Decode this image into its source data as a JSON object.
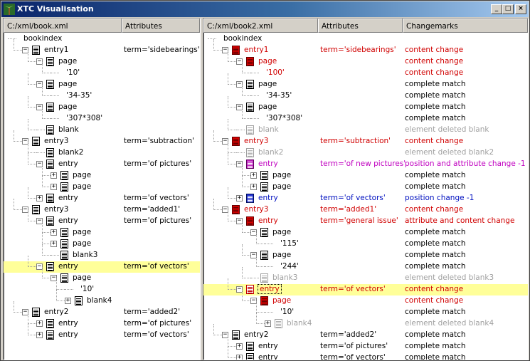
{
  "window": {
    "title": "XTC Visualisation",
    "buttons": [
      "_",
      "□",
      "×"
    ]
  },
  "colors": {
    "changed": "#d00000",
    "attribute_changed": "#c000c0",
    "moved": "#0010c0",
    "deleted": "#a0a0a0",
    "highlight": "#ffff99"
  },
  "left": {
    "headers": [
      "C:/xml/book.xml",
      "Attributes"
    ],
    "rows": [
      {
        "level": 0,
        "exp": "",
        "icon": "none",
        "label": "bookindex",
        "attr": ""
      },
      {
        "level": 1,
        "exp": "-",
        "icon": "doc",
        "label": "entry1",
        "attr": "term='sidebearings'"
      },
      {
        "level": 2,
        "exp": "-",
        "icon": "doc",
        "label": "page",
        "attr": ""
      },
      {
        "level": 3,
        "exp": "",
        "icon": "none",
        "label": "'10'",
        "attr": ""
      },
      {
        "level": 2,
        "exp": "-",
        "icon": "doc",
        "label": "page",
        "attr": ""
      },
      {
        "level": 3,
        "exp": "",
        "icon": "none",
        "label": "'34-35'",
        "attr": ""
      },
      {
        "level": 2,
        "exp": "-",
        "icon": "doc",
        "label": "page",
        "attr": ""
      },
      {
        "level": 3,
        "exp": "",
        "icon": "none",
        "label": "'307*308'",
        "attr": ""
      },
      {
        "level": 2,
        "exp": "",
        "icon": "doc",
        "label": "blank",
        "attr": ""
      },
      {
        "level": 1,
        "exp": "-",
        "icon": "doc",
        "label": "entry3",
        "attr": "term='subtraction'"
      },
      {
        "level": 2,
        "exp": "",
        "icon": "doc",
        "label": "blank2",
        "attr": ""
      },
      {
        "level": 2,
        "exp": "-",
        "icon": "doc",
        "label": "entry",
        "attr": "term='of pictures'"
      },
      {
        "level": 3,
        "exp": "+",
        "icon": "doc",
        "label": "page",
        "attr": ""
      },
      {
        "level": 3,
        "exp": "+",
        "icon": "doc",
        "label": "page",
        "attr": ""
      },
      {
        "level": 2,
        "exp": "+",
        "icon": "doc",
        "label": "entry",
        "attr": "term='of vectors'"
      },
      {
        "level": 1,
        "exp": "-",
        "icon": "doc",
        "label": "entry3",
        "attr": "term='added1'"
      },
      {
        "level": 2,
        "exp": "-",
        "icon": "doc",
        "label": "entry",
        "attr": "term='of pictures'"
      },
      {
        "level": 3,
        "exp": "+",
        "icon": "doc",
        "label": "page",
        "attr": ""
      },
      {
        "level": 3,
        "exp": "+",
        "icon": "doc",
        "label": "page",
        "attr": ""
      },
      {
        "level": 3,
        "exp": "",
        "icon": "doc",
        "label": "blank3",
        "attr": ""
      },
      {
        "level": 2,
        "exp": "-",
        "icon": "doc",
        "label": "entry",
        "attr": "term='of vectors'",
        "hl": true
      },
      {
        "level": 3,
        "exp": "-",
        "icon": "doc",
        "label": "page",
        "attr": ""
      },
      {
        "level": 4,
        "exp": "",
        "icon": "none",
        "label": "'10'",
        "attr": ""
      },
      {
        "level": 4,
        "exp": "+",
        "icon": "doc",
        "label": "blank4",
        "attr": ""
      },
      {
        "level": 1,
        "exp": "-",
        "icon": "doc",
        "label": "entry2",
        "attr": "term='added2'"
      },
      {
        "level": 2,
        "exp": "+",
        "icon": "doc",
        "label": "entry",
        "attr": "term='of pictures'"
      },
      {
        "level": 2,
        "exp": "+",
        "icon": "doc",
        "label": "entry",
        "attr": "term='of vectors'"
      }
    ]
  },
  "right": {
    "headers": [
      "C:/xml/book2.xml",
      "Attributes",
      "Changemarks"
    ],
    "rows": [
      {
        "level": 0,
        "exp": "",
        "icon": "none",
        "label": "bookindex",
        "attr": "",
        "chg": "",
        "c": ""
      },
      {
        "level": 1,
        "exp": "-",
        "icon": "red",
        "label": "entry1",
        "attr": "term='sidebearings'",
        "chg": "content change",
        "c": "red"
      },
      {
        "level": 2,
        "exp": "-",
        "icon": "red",
        "label": "page",
        "attr": "",
        "chg": "content change",
        "c": "red"
      },
      {
        "level": 3,
        "exp": "",
        "icon": "none",
        "label": "'100'",
        "attr": "",
        "chg": "content change",
        "c": "red"
      },
      {
        "level": 2,
        "exp": "-",
        "icon": "doc",
        "label": "page",
        "attr": "",
        "chg": "complete match",
        "c": ""
      },
      {
        "level": 3,
        "exp": "",
        "icon": "none",
        "label": "'34-35'",
        "attr": "",
        "chg": "complete match",
        "c": ""
      },
      {
        "level": 2,
        "exp": "-",
        "icon": "doc",
        "label": "page",
        "attr": "",
        "chg": "complete match",
        "c": ""
      },
      {
        "level": 3,
        "exp": "",
        "icon": "none",
        "label": "'307*308'",
        "attr": "",
        "chg": "complete match",
        "c": ""
      },
      {
        "level": 2,
        "exp": "",
        "icon": "gray",
        "label": "blank",
        "attr": "",
        "chg": "element deleted blank",
        "c": "gray"
      },
      {
        "level": 1,
        "exp": "-",
        "icon": "red",
        "label": "entry3",
        "attr": "term='subtraction'",
        "chg": "content change",
        "c": "red"
      },
      {
        "level": 2,
        "exp": "",
        "icon": "gray",
        "label": "blank2",
        "attr": "",
        "chg": "element deleted blank2",
        "c": "gray"
      },
      {
        "level": 2,
        "exp": "-",
        "icon": "magenta",
        "label": "entry",
        "attr": "term='of new pictures'",
        "chg": "position and attribute change -1",
        "c": "magenta"
      },
      {
        "level": 3,
        "exp": "+",
        "icon": "doc",
        "label": "page",
        "attr": "",
        "chg": "complete match",
        "c": ""
      },
      {
        "level": 3,
        "exp": "+",
        "icon": "doc",
        "label": "page",
        "attr": "",
        "chg": "complete match",
        "c": ""
      },
      {
        "level": 2,
        "exp": "+",
        "icon": "blue",
        "label": "entry",
        "attr": "term='of vectors'",
        "chg": "position change -1",
        "c": "blue"
      },
      {
        "level": 1,
        "exp": "-",
        "icon": "red",
        "label": "entry3",
        "attr": "term='added1'",
        "chg": "content change",
        "c": "red"
      },
      {
        "level": 2,
        "exp": "-",
        "icon": "red",
        "label": "entry",
        "attr": "term='general issue'",
        "chg": "attribute and content change",
        "c": "red"
      },
      {
        "level": 3,
        "exp": "-",
        "icon": "doc",
        "label": "page",
        "attr": "",
        "chg": "complete match",
        "c": ""
      },
      {
        "level": 4,
        "exp": "",
        "icon": "none",
        "label": "'115'",
        "attr": "",
        "chg": "complete match",
        "c": ""
      },
      {
        "level": 3,
        "exp": "-",
        "icon": "doc",
        "label": "page",
        "attr": "",
        "chg": "complete match",
        "c": ""
      },
      {
        "level": 4,
        "exp": "",
        "icon": "none",
        "label": "'244'",
        "attr": "",
        "chg": "complete match",
        "c": ""
      },
      {
        "level": 3,
        "exp": "",
        "icon": "gray",
        "label": "blank3",
        "attr": "",
        "chg": "element deleted blank3",
        "c": "gray"
      },
      {
        "level": 2,
        "exp": "-",
        "icon": "redoutline",
        "label": "entry",
        "attr": "term='of vectors'",
        "chg": "content change",
        "c": "red",
        "hl": true,
        "focus": true
      },
      {
        "level": 3,
        "exp": "-",
        "icon": "red",
        "label": "page",
        "attr": "",
        "chg": "content change",
        "c": "red"
      },
      {
        "level": 4,
        "exp": "",
        "icon": "none",
        "label": "'10'",
        "attr": "",
        "chg": "complete match",
        "c": ""
      },
      {
        "level": 4,
        "exp": "+",
        "icon": "gray",
        "label": "blank4",
        "attr": "",
        "chg": "element deleted blank4",
        "c": "gray"
      },
      {
        "level": 1,
        "exp": "-",
        "icon": "doc",
        "label": "entry2",
        "attr": "term='added2'",
        "chg": "complete match",
        "c": ""
      },
      {
        "level": 2,
        "exp": "+",
        "icon": "doc",
        "label": "entry",
        "attr": "term='of pictures'",
        "chg": "complete match",
        "c": ""
      },
      {
        "level": 2,
        "exp": "+",
        "icon": "doc",
        "label": "entry",
        "attr": "term='of vectors'",
        "chg": "complete match",
        "c": ""
      }
    ]
  }
}
